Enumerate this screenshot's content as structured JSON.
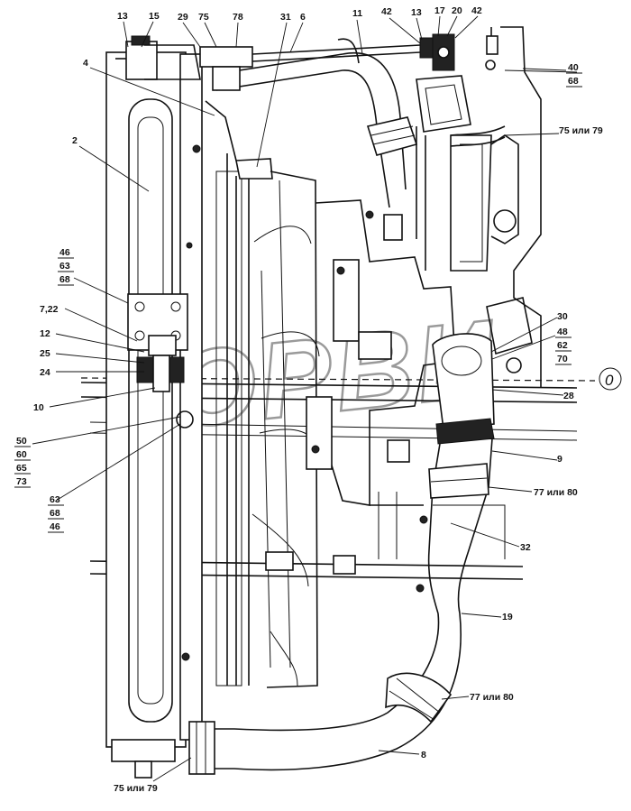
{
  "watermark": "ОРВИ",
  "centerline_marker": "0",
  "callouts": [
    {
      "id": "c13a",
      "text": "13"
    },
    {
      "id": "c15",
      "text": "15"
    },
    {
      "id": "c29",
      "text": "29"
    },
    {
      "id": "c75a",
      "text": "75"
    },
    {
      "id": "c78",
      "text": "78"
    },
    {
      "id": "c31",
      "text": "31"
    },
    {
      "id": "c6",
      "text": "6"
    },
    {
      "id": "c11",
      "text": "11"
    },
    {
      "id": "c42a",
      "text": "42"
    },
    {
      "id": "c13b",
      "text": "13"
    },
    {
      "id": "c17",
      "text": "17"
    },
    {
      "id": "c20",
      "text": "20"
    },
    {
      "id": "c42b",
      "text": "42"
    },
    {
      "id": "c4",
      "text": "4"
    },
    {
      "id": "c2",
      "text": "2"
    },
    {
      "id": "c722",
      "text": "7,22"
    },
    {
      "id": "c12",
      "text": "12"
    },
    {
      "id": "c25",
      "text": "25"
    },
    {
      "id": "c24",
      "text": "24"
    },
    {
      "id": "c10",
      "text": "10"
    },
    {
      "id": "c7579top",
      "text": "75 или 79"
    },
    {
      "id": "c30",
      "text": "30"
    },
    {
      "id": "c28",
      "text": "28"
    },
    {
      "id": "c9",
      "text": "9"
    },
    {
      "id": "c7780a",
      "text": "77 или 80"
    },
    {
      "id": "c32",
      "text": "32"
    },
    {
      "id": "c19",
      "text": "19"
    },
    {
      "id": "c7780b",
      "text": "77 или 80"
    },
    {
      "id": "c8",
      "text": "8"
    },
    {
      "id": "c7579bot",
      "text": "75 или 79"
    }
  ],
  "stacked_labels": [
    {
      "id": "s4668",
      "items": [
        "46",
        "63",
        "68"
      ]
    },
    {
      "id": "s5073",
      "items": [
        "50",
        "60",
        "65",
        "73"
      ]
    },
    {
      "id": "s6346",
      "items": [
        "63",
        "68",
        "46"
      ]
    },
    {
      "id": "s4068",
      "items": [
        "40",
        "68"
      ]
    },
    {
      "id": "s4870",
      "items": [
        "48",
        "62",
        "70"
      ]
    }
  ]
}
